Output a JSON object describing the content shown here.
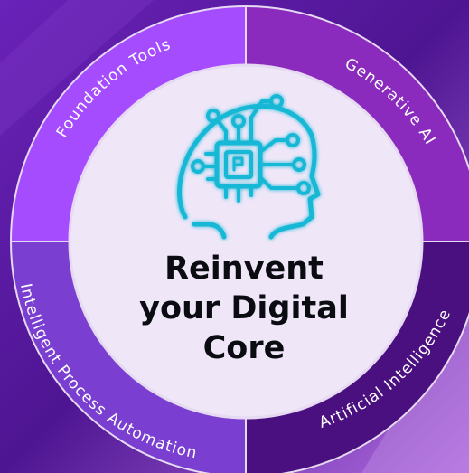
{
  "title_lines": [
    "Reinvent",
    "your Digital",
    "Core"
  ],
  "segments": [
    {
      "label": "Foundation Tools",
      "color": "#a64cff"
    },
    {
      "label": "Generative AI",
      "color": "#8a2bbe"
    },
    {
      "label": "Artificial Intelligence",
      "color": "#4a1080"
    },
    {
      "label": "Intelligent Process Automation",
      "color": "#7a3fd0"
    }
  ],
  "center_icon": "ai-head-circuit-icon",
  "colors": {
    "background": "#5a1a9e",
    "center": "#efe6f8",
    "divider": "#e6d9f2",
    "icon": "#13b8d6",
    "title": "#0b0b12"
  }
}
